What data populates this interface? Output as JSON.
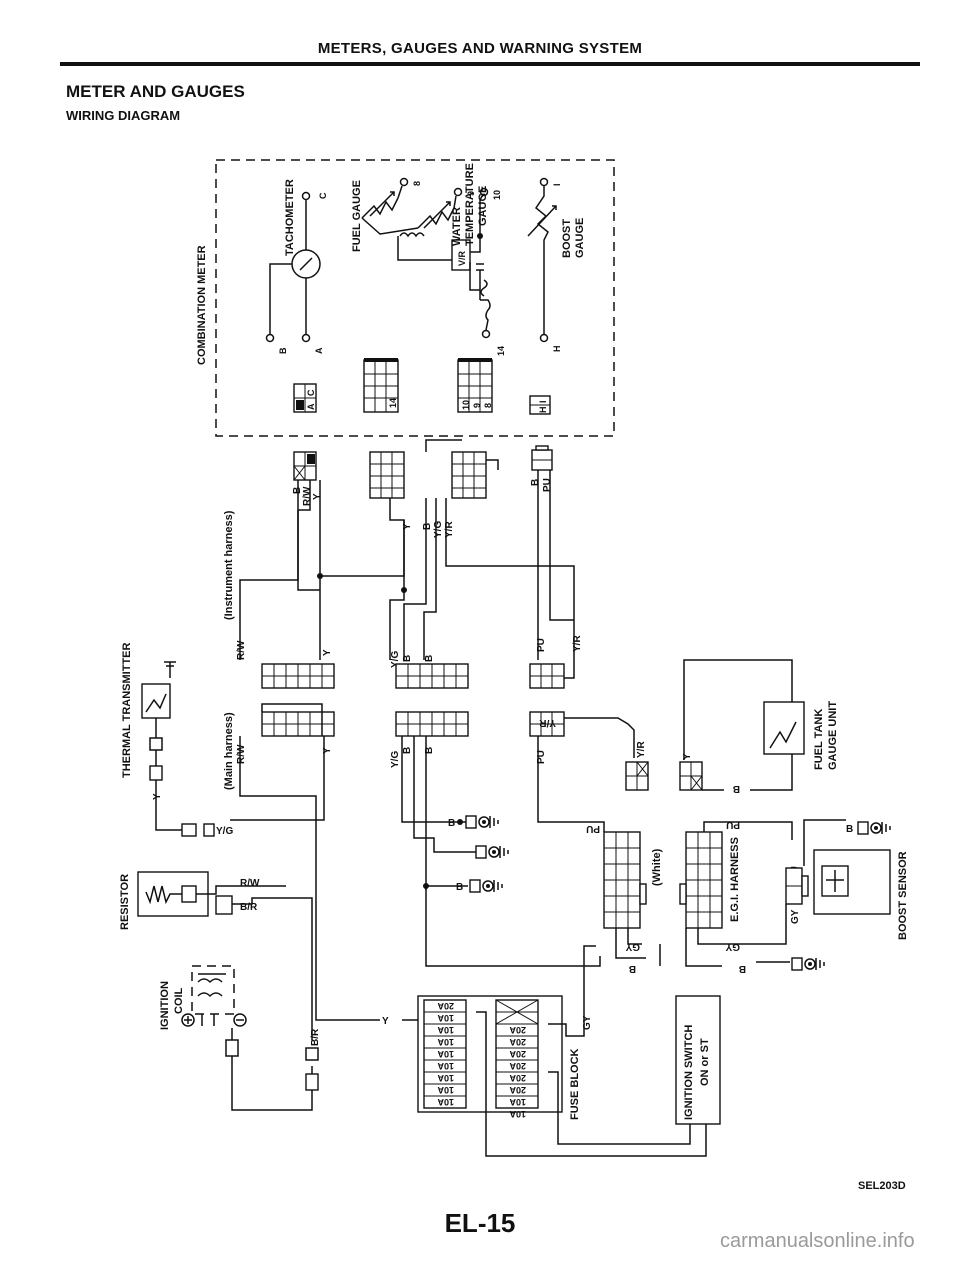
{
  "header": {
    "title": "METERS, GAUGES AND WARNING SYSTEM"
  },
  "section": {
    "title": "METER AND GAUGES",
    "subtitle": "WIRING DIAGRAM"
  },
  "components": {
    "combination_meter": "COMBINATION METER",
    "tachometer": "TACHOMETER",
    "fuel_gauge": "FUEL GAUGE",
    "water_temp_1": "WATER",
    "water_temp_2": "TEMPERATURE",
    "water_temp_3": "GAUGE",
    "boost_gauge_1": "BOOST",
    "boost_gauge_2": "GAUGE",
    "voltage_regulator": "V/R",
    "instrument_harness": "(Instrument harness)",
    "main_harness": "(Main harness)",
    "thermal_transmitter": "THERMAL TRANSMITTER",
    "resistor": "RESISTOR",
    "ignition_coil_1": "IGNITION",
    "ignition_coil_2": "COIL",
    "fuel_tank_1": "FUEL TANK",
    "fuel_tank_2": "GAUGE UNIT",
    "boost_sensor": "BOOST SENSOR",
    "egi_harness": "E.G.I. HARNESS",
    "white": "(White)",
    "fuse_block": "FUSE BLOCK",
    "ignition_switch_1": "IGNITION SWITCH",
    "ignition_switch_2": "ON or ST"
  },
  "terminals": [
    "C",
    "8",
    "9",
    "10",
    "I",
    "B",
    "A",
    "14",
    "H"
  ],
  "connector_pins": {
    "meter_1": [
      "C",
      "A",
      "B"
    ],
    "meter_3": [
      "14"
    ],
    "meter_4": [
      "10",
      "9",
      "8"
    ],
    "meter_5": [
      "I",
      "H"
    ]
  },
  "wire_labels": {
    "B": "B",
    "RW": "R/W",
    "Y": "Y",
    "YG": "Y/G",
    "YR": "Y/R",
    "PU": "PU",
    "GY": "GY",
    "BR": "B/R"
  },
  "fuses": {
    "left": [
      "20A",
      "10A",
      "10A",
      "10A",
      "10A",
      "10A",
      "10A",
      "10A",
      "10A"
    ],
    "right": [
      "20A",
      "20A",
      "20A",
      "20A",
      "20A",
      "20A",
      "10A",
      "10A"
    ]
  },
  "code": "SEL203D",
  "page_number": "EL-15",
  "footer": "carmanualsonline.info"
}
